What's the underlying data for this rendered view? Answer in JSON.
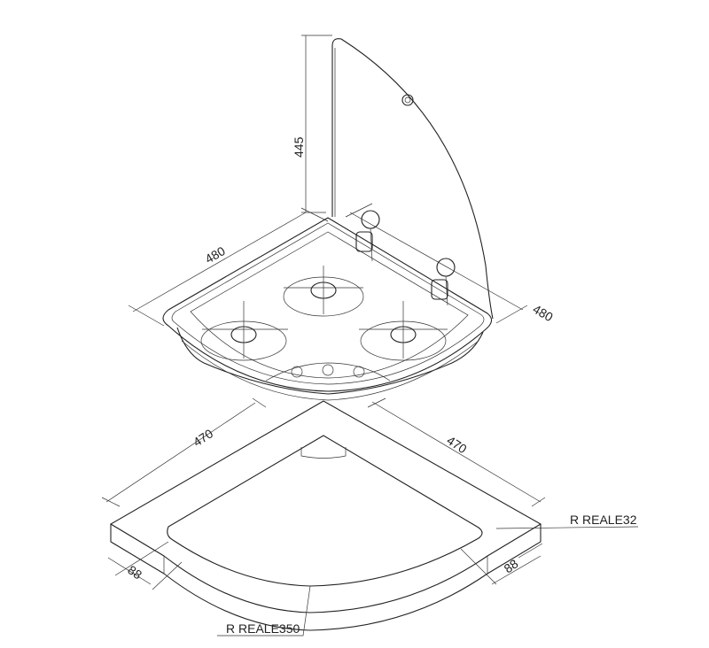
{
  "title": "Corner hob with glass lid and cut-out frame dimensions",
  "hob": {
    "lid_height": "445",
    "side_left": "480",
    "side_right": "480"
  },
  "frame": {
    "side_left": "470",
    "side_right": "470",
    "border_left": "88",
    "border_right": "88",
    "corner_radius": "R REALE32",
    "arc_radius": "R REALE350"
  },
  "colors": {
    "line": "#222222",
    "background": "#ffffff"
  }
}
